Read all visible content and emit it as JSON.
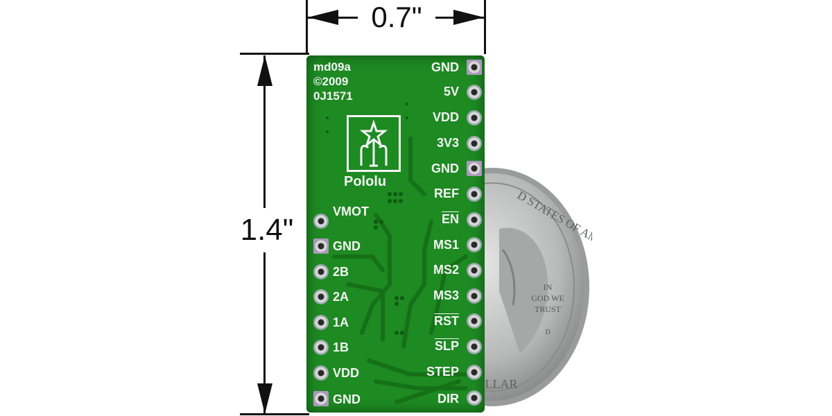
{
  "dimensions": {
    "width": "0.7\"",
    "height": "1.4\""
  },
  "board_marking": {
    "part": "md09a",
    "year": "©2009",
    "code": "0J1571"
  },
  "logo": {
    "text": "Pololu"
  },
  "right_pins": [
    "GND",
    "5V",
    "VDD",
    "3V3",
    "GND",
    "REF",
    "EN",
    "MS1",
    "MS2",
    "MS3",
    "RST",
    "SLP",
    "STEP",
    "DIR"
  ],
  "left_pins": [
    "VMOT",
    "GND",
    "2B",
    "2A",
    "1A",
    "1B",
    "VDD",
    "GND"
  ],
  "coin": {
    "inscription_top": "D STATES OF AMERICA",
    "motto": [
      "IN",
      "GOD WE",
      "TRUST"
    ],
    "bottom": "DOLLAR",
    "mint": "D"
  },
  "colors": {
    "pcb": "#1d8a22",
    "silkscreen": "#f4f4f4",
    "coin": "#bfc1c0"
  }
}
